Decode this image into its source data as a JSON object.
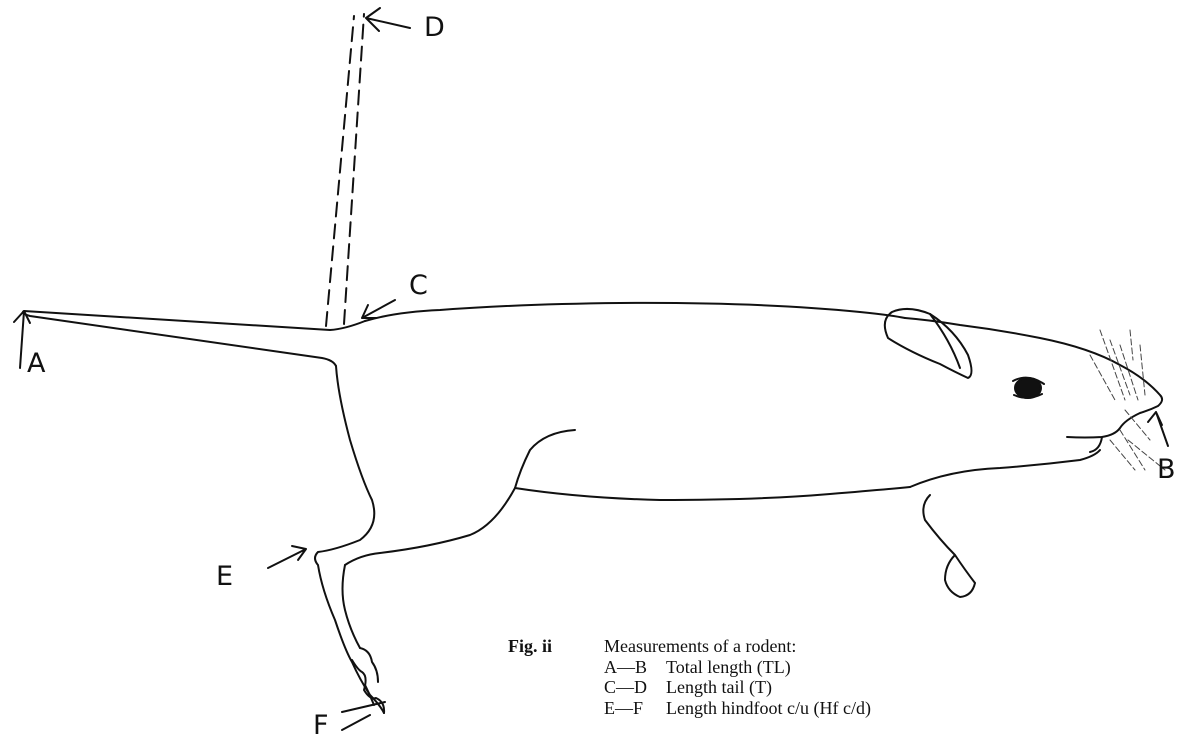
{
  "figure": {
    "labels": {
      "A": "A",
      "B": "B",
      "C": "C",
      "D": "D",
      "E": "E",
      "F": "F"
    }
  },
  "caption": {
    "fig_number": "Fig. ii",
    "title": "Measurements of a rodent:",
    "rows": [
      {
        "code": "A—B",
        "text": "Total length (TL)"
      },
      {
        "code": "C—D",
        "text": "Length tail (T)"
      },
      {
        "code": "E—F",
        "text": "Length hindfoot c/u (Hf c/d)"
      }
    ]
  }
}
